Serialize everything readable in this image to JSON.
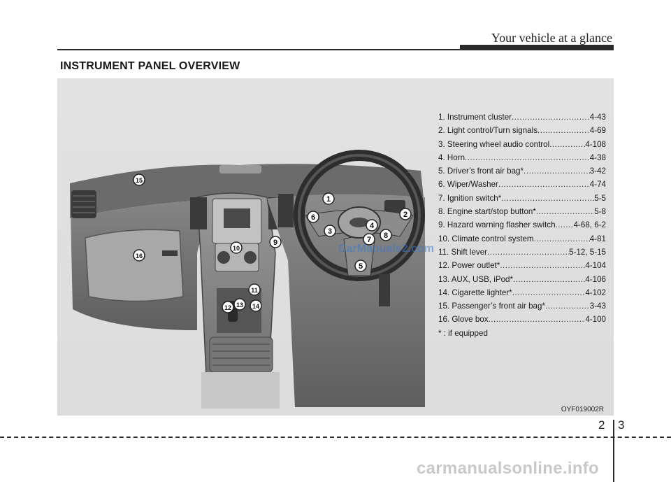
{
  "header": {
    "section_title": "Your vehicle at a glance"
  },
  "title": "INSTRUMENT PANEL OVERVIEW",
  "legend": [
    {
      "label": "1. Instrument cluster",
      "page": "4-43"
    },
    {
      "label": "2. Light control/Turn signals ",
      "page": "4-69"
    },
    {
      "label": "3. Steering wheel audio control",
      "page": "4-108"
    },
    {
      "label": "4. Horn ",
      "page": "4-38"
    },
    {
      "label": "5. Driver’s front air bag* ",
      "page": "3-42"
    },
    {
      "label": "6. Wiper/Washer",
      "page": "4-74"
    },
    {
      "label": "7. Ignition switch* ",
      "page": "5-5"
    },
    {
      "label": "8. Engine start/stop button*",
      "page": "5-8"
    },
    {
      "label": "9. Hazard warning flasher switch ",
      "page": "4-68, 6-2"
    },
    {
      "label": "10. Climate control system",
      "page": "4-81"
    },
    {
      "label": "11. Shift lever ",
      "page": "5-12, 5-15"
    },
    {
      "label": "12. Power outlet* ",
      "page": "4-104"
    },
    {
      "label": "13. AUX, USB, iPod* ",
      "page": "4-106"
    },
    {
      "label": "14. Cigarette lighter* ",
      "page": "4-102"
    },
    {
      "label": "15. Passenger’s front air bag* ",
      "page": "3-43"
    },
    {
      "label": "16. Glove box ",
      "page": "4-100"
    }
  ],
  "footnote": "* : if equipped",
  "image_code": "OYF019002R",
  "callouts": [
    "1",
    "2",
    "3",
    "4",
    "5",
    "6",
    "7",
    "8",
    "9",
    "10",
    "11",
    "12",
    "13",
    "14",
    "15",
    "16"
  ],
  "figure_watermark": "CarManuals2.com",
  "page": {
    "chapter": "2",
    "number": "3"
  },
  "watermark": "carmanualsonline.info",
  "colors": {
    "panel_bg": "#dcdcdc",
    "rule": "#2a2a2a",
    "callout_fill": "#ffffff",
    "callout_text": "#111111"
  }
}
